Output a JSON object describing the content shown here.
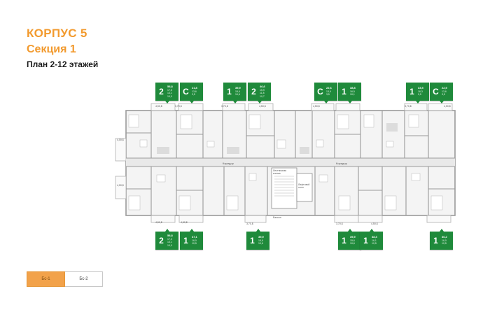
{
  "header": {
    "building": "КОРПУС 5",
    "section": "Секция 1",
    "plan": "План 2-12 этажей"
  },
  "badges_top": [
    {
      "type": "2",
      "area": "58,8",
      "rooms": [
        "17,5",
        "13,1",
        "10,0"
      ]
    },
    {
      "type": "С",
      "area": "21,8",
      "rooms": [
        "13,6",
        "3,5"
      ]
    },
    {
      "type": "1",
      "area": "39,9",
      "rooms": [
        "15,6",
        "10,6"
      ]
    },
    {
      "type": "2",
      "area": "46,6",
      "rooms": [
        "15,9",
        "11,8",
        "10,7"
      ]
    },
    {
      "type": "С",
      "area": "22,6",
      "rooms": [
        "13,9",
        "3,5"
      ]
    },
    {
      "type": "1",
      "area": "38,8",
      "rooms": [
        "16,5",
        "10,1"
      ]
    },
    {
      "type": "1",
      "area": "33,5",
      "rooms": [
        "16,3",
        "9,5"
      ]
    },
    {
      "type": "С",
      "area": "22,9",
      "rooms": [
        "13,6",
        "3,5"
      ]
    }
  ],
  "badges_bottom": [
    {
      "type": "2",
      "area": "58,8",
      "rooms": [
        "17,3",
        "13,1",
        "10,0"
      ]
    },
    {
      "type": "1",
      "area": "37,1",
      "rooms": [
        "16,0",
        "10,5"
      ]
    },
    {
      "type": "1",
      "area": "39,9",
      "rooms": [
        "15,6",
        "10,6"
      ]
    },
    {
      "type": "1",
      "area": "39,9",
      "rooms": [
        "15,6",
        "10,6"
      ]
    },
    {
      "type": "1",
      "area": "38,3",
      "rooms": [
        "16,1",
        "10,5"
      ]
    },
    {
      "type": "1",
      "area": "36,2",
      "rooms": [
        "16,0",
        "10,5"
      ]
    }
  ],
  "labels": {
    "corridor": "Коридор",
    "corridor2": "Коридор",
    "stair": "Лестничная клетка",
    "lift": "Лифтовой холл",
    "balcony": "Балкон"
  },
  "dims": [
    "4,50,Б",
    "3,70,Б",
    "3,70,Б",
    "4,50,Б",
    "4,50,Б",
    "3,70,Б",
    "4,50,Б",
    "4,00,Б",
    "4,00,Б",
    "4,50,Б",
    "4,50,Б",
    "3,70,Б",
    "3,70,Б",
    "4,50,Б"
  ],
  "tabs": [
    {
      "label": "Бс-1"
    },
    {
      "label": "Бс-2"
    }
  ],
  "colors": {
    "accent": "#f29a2e",
    "badge": "#1f8a3b",
    "wall": "#9a9a9a",
    "tab_active": "#f2a24a"
  }
}
